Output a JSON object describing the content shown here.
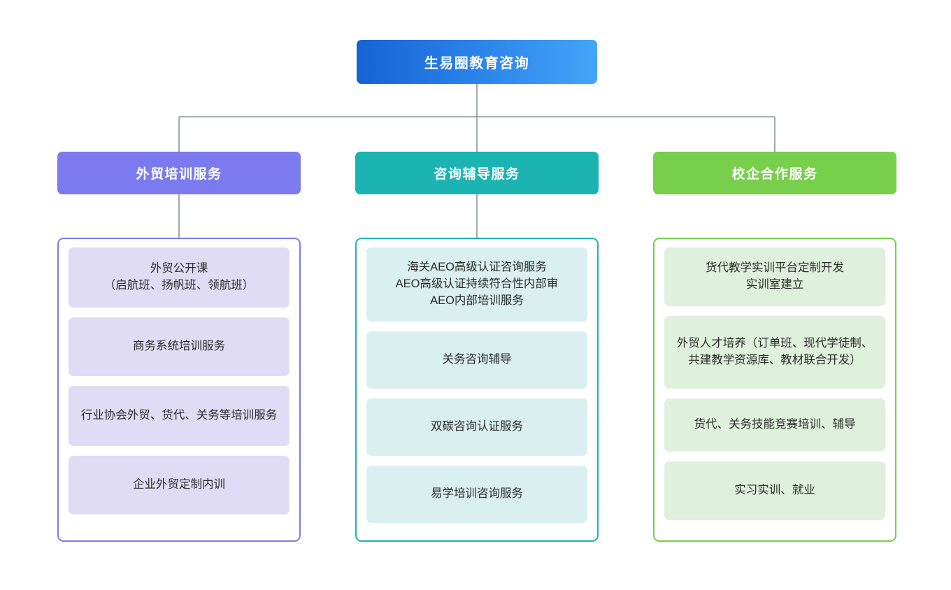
{
  "diagram": {
    "type": "organization-hierarchy-chart",
    "background": "#ffffff",
    "connector_color": "#8a93a0",
    "root": {
      "label": "生易圈教育咨询",
      "gradient_from": "#1563d4",
      "gradient_to": "#42a5f8",
      "text_color": "#ffffff"
    },
    "branches": [
      {
        "id": "foreign-trade-training",
        "header_label": "外贸培训服务",
        "header_color": "#7b7bef",
        "container_border_color": "#7b7bef",
        "card_bg": "#e0dcf5",
        "card_text_color": "#2b2b2b",
        "has_connector_line": true,
        "items": [
          {
            "label": "外贸公开课\n（启航班、扬帆班、领航班）",
            "height": 86
          },
          {
            "label": "商务系统培训服务",
            "height": 84
          },
          {
            "label": "行业协会外贸、货代、关务等培训服务",
            "height": 86
          },
          {
            "label": "企业外贸定制内训",
            "height": 84
          }
        ]
      },
      {
        "id": "consulting-tutoring",
        "header_label": "咨询辅导服务",
        "header_color": "#1cb3b3",
        "container_border_color": "#1cb3b3",
        "card_bg": "#daeff0",
        "card_text_color": "#2b2b2b",
        "has_connector_line": true,
        "items": [
          {
            "label": "海关AEO高级认证咨询服务\nAEO高级认证持续符合性内部审\nAEO内部培训服务",
            "height": 106
          },
          {
            "label": "关务咨询辅导",
            "height": 82
          },
          {
            "label": "双碳咨询认证服务",
            "height": 82
          },
          {
            "label": "易学培训咨询服务",
            "height": 82
          }
        ]
      },
      {
        "id": "school-enterprise-cooperation",
        "header_label": "校企合作服务",
        "header_color": "#77cf4c",
        "container_border_color": "#77cf4c",
        "card_bg": "#dff0dc",
        "card_text_color": "#2b2b2b",
        "has_connector_line": false,
        "items": [
          {
            "label": "货代教学实训平台定制开发\n实训室建立",
            "height": 84
          },
          {
            "label": "外贸人才培养（订单班、现代学徒制、共建教学资源库、教材联合开发）",
            "height": 104
          },
          {
            "label": "货代、关务技能竞赛培训、辅导",
            "height": 76
          },
          {
            "label": "实习实训、就业",
            "height": 84
          }
        ]
      }
    ]
  }
}
